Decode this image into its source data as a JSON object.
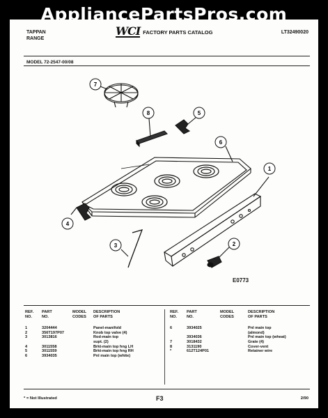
{
  "watermark": "AppliancePartsPros.com",
  "header": {
    "brand_line1": "TAPPAN",
    "brand_line2": "RANGE",
    "logo": "WCI",
    "catalog_title": "FACTORY PARTS CATALOG",
    "catalog_number": "LT32490020",
    "model_label": "MODEL 72-2547-00/08"
  },
  "diagram": {
    "figure_code": "E0773",
    "callouts": [
      "7",
      "8",
      "5",
      "6",
      "1",
      "4",
      "3",
      "2"
    ]
  },
  "table": {
    "headers": {
      "ref": [
        "REF.",
        "NO."
      ],
      "part": [
        "PART",
        "NO."
      ],
      "model": [
        "MODEL",
        "CODES"
      ],
      "desc": [
        "DESCRIPTION",
        "OF PARTS"
      ]
    },
    "left_rows": [
      {
        "ref": "1",
        "part": "3204444",
        "model": "",
        "desc": "Panel-manifold"
      },
      {
        "ref": "2",
        "part": "356T197P07",
        "model": "",
        "desc": "Knob top valve (4)"
      },
      {
        "ref": "3",
        "part": "3013816",
        "model": "",
        "desc": "Rod-main top"
      },
      {
        "ref": "",
        "part": "",
        "model": "",
        "desc": "supt. (2)"
      },
      {
        "ref": "4",
        "part": "3011558",
        "model": "",
        "desc": "Brkt-main top hng LH"
      },
      {
        "ref": "5",
        "part": "3011559",
        "model": "",
        "desc": "Brkt-main top hng RH"
      },
      {
        "ref": "6",
        "part": "3934035",
        "model": "",
        "desc": "Pnl main top (white)"
      }
    ],
    "right_rows": [
      {
        "ref": "6",
        "part": "3934025",
        "model": "",
        "desc": "Pnl main top"
      },
      {
        "ref": "",
        "part": "",
        "model": "",
        "desc": "(almond)"
      },
      {
        "ref": "",
        "part": "3934036",
        "model": "",
        "desc": "Pnl main top (wheat)"
      },
      {
        "ref": "7",
        "part": "3018432",
        "model": "",
        "desc": "Grate (4)"
      },
      {
        "ref": "8",
        "part": "3131190",
        "model": "",
        "desc": "Cover-vent"
      },
      {
        "ref": "*",
        "part": "612T124P01",
        "model": "",
        "desc": "Retainer wire"
      }
    ]
  },
  "footer": {
    "footnote": "* = Not Illustrated",
    "page": "F3",
    "date": "2/90"
  }
}
